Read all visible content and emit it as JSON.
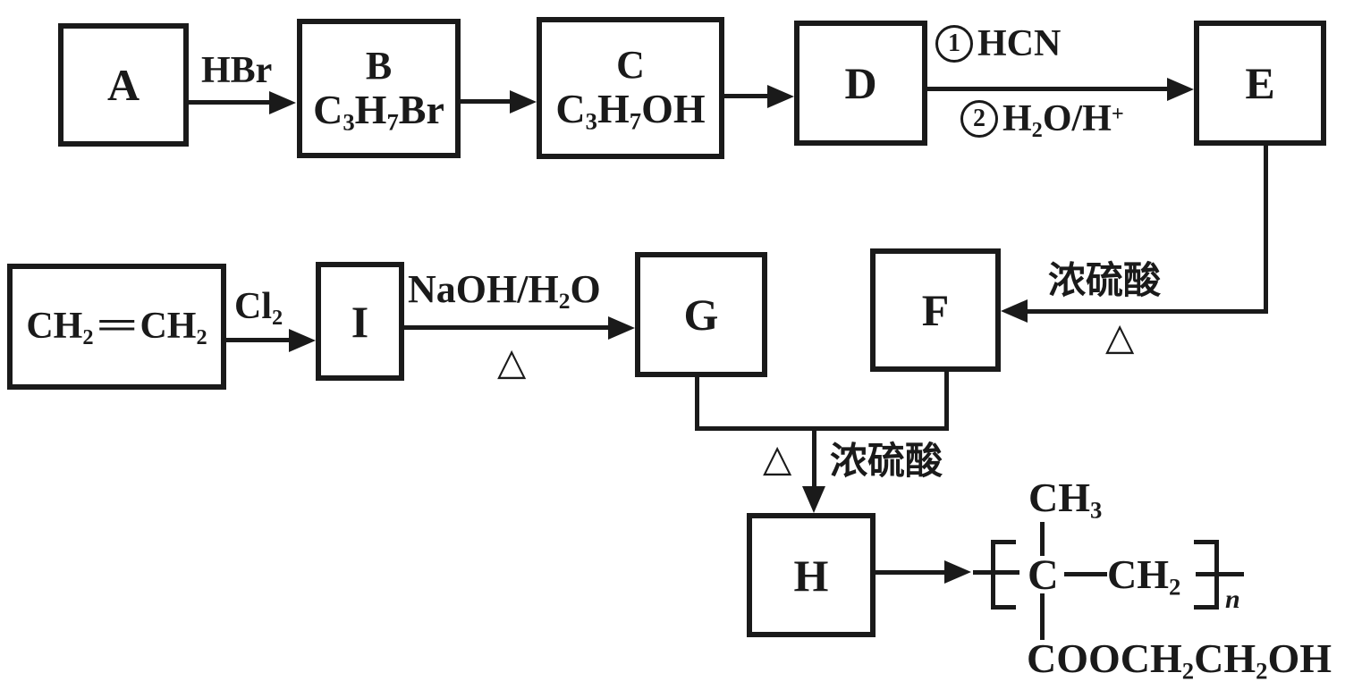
{
  "colors": {
    "ink": "#1a1a1a",
    "background": "#ffffff"
  },
  "boxes": {
    "a": {
      "label": "A"
    },
    "b": {
      "label": "B",
      "formula": [
        {
          "t": "C"
        },
        {
          "t": "3",
          "v": "sub"
        },
        {
          "t": "H"
        },
        {
          "t": "7",
          "v": "sub"
        },
        {
          "t": "Br"
        }
      ]
    },
    "c": {
      "label": "C",
      "formula": [
        {
          "t": "C"
        },
        {
          "t": "3",
          "v": "sub"
        },
        {
          "t": "H"
        },
        {
          "t": "7",
          "v": "sub"
        },
        {
          "t": "OH"
        }
      ]
    },
    "d": {
      "label": "D"
    },
    "e": {
      "label": "E"
    },
    "ethylene": {
      "formula": [
        {
          "t": "CH"
        },
        {
          "t": "2",
          "v": "sub"
        },
        {
          "t": "=",
          "v": "dbond"
        },
        {
          "t": "CH"
        },
        {
          "t": "2",
          "v": "sub"
        }
      ]
    },
    "i": {
      "label": "I"
    },
    "g": {
      "label": "G"
    },
    "f": {
      "label": "F"
    },
    "h": {
      "label": "H"
    }
  },
  "reactions": {
    "a_to_b": {
      "above": "HBr"
    },
    "d_to_e": {
      "step1_number": "1",
      "step1_reagent": "HCN",
      "step2_number": "2",
      "step2_reagent": [
        {
          "t": "H"
        },
        {
          "t": "2",
          "v": "sub"
        },
        {
          "t": "O/H"
        },
        {
          "t": "+",
          "v": "sup"
        }
      ]
    },
    "ethylene_to_i": {
      "above": [
        {
          "t": "Cl"
        },
        {
          "t": "2",
          "v": "sub"
        }
      ]
    },
    "i_to_g": {
      "above": [
        {
          "t": "NaOH/H"
        },
        {
          "t": "2",
          "v": "sub"
        },
        {
          "t": "O"
        }
      ],
      "below": "△"
    },
    "e_to_f": {
      "above": "浓硫酸",
      "below": "△"
    },
    "gf_to_h": {
      "left": "△",
      "right": "浓硫酸"
    }
  },
  "polymer": {
    "top_group": [
      {
        "t": "CH"
      },
      {
        "t": "3",
        "v": "sub"
      }
    ],
    "backbone_c": "C",
    "backbone_ch2": [
      {
        "t": "CH"
      },
      {
        "t": "2",
        "v": "sub"
      }
    ],
    "repeat_subscript": "n",
    "side_chain": [
      {
        "t": "COOCH"
      },
      {
        "t": "2",
        "v": "sub"
      },
      {
        "t": "CH"
      },
      {
        "t": "2",
        "v": "sub"
      },
      {
        "t": "OH"
      }
    ]
  }
}
